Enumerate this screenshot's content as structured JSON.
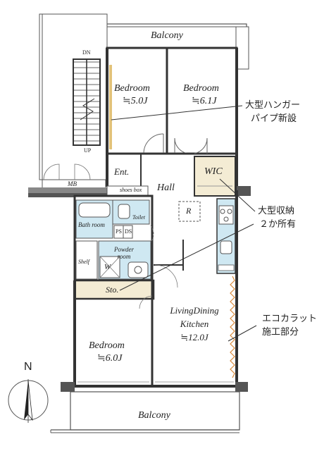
{
  "rooms": {
    "balcony_top": "Balcony",
    "bedroom_a": {
      "name": "Bedroom",
      "size": "≒5.0J"
    },
    "bedroom_b": {
      "name": "Bedroom",
      "size": "≒6.1J"
    },
    "bedroom_c": {
      "name": "Bedroom",
      "size": "≒6.0J"
    },
    "entrance": "Ent.",
    "hall": "Hall",
    "wic": "WIC",
    "mb": "MB",
    "shoes_box": "shoes box",
    "toilet": "Toilet",
    "bathroom": "Bath room",
    "ps": "PS",
    "ds": "DS",
    "powder_room": "Powder room",
    "shelf": "Shelf",
    "washer": "W",
    "storage": "Sto.",
    "refrigerator": "R",
    "ldk": {
      "name": "LivingDining",
      "name2": "Kitchen",
      "size": "≒12.0J"
    },
    "balcony_bottom": "Balcony",
    "stair_dn": "DN",
    "stair_up": "UP"
  },
  "notes": {
    "hanger_line1": "大型ハンガー",
    "hanger_line2": "パイプ新設",
    "storage_line1": "大型収納",
    "storage_line2": "２か所有",
    "ecocarat_line1": "エコカラット",
    "ecocarat_line2": "施工部分"
  },
  "compass": {
    "label": "N"
  },
  "colors": {
    "wic_fill": "#f4ecd4",
    "water_fill": "#cfe8f2",
    "wall": "#333333"
  }
}
